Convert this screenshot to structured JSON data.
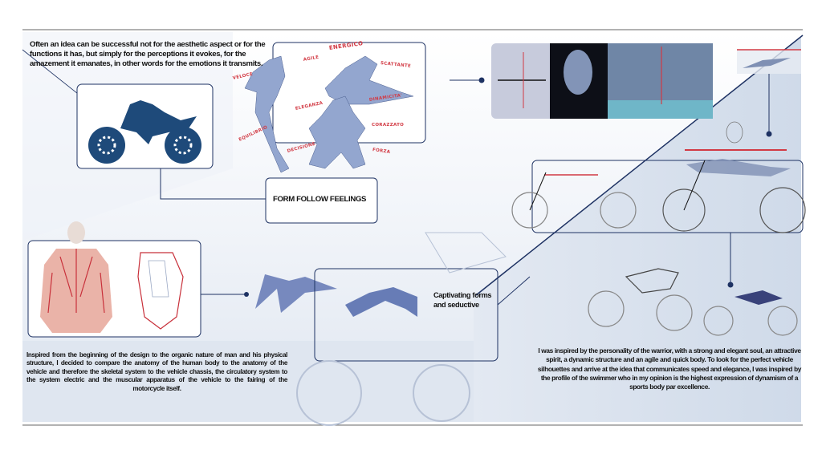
{
  "board": {
    "intro_text": "Often an idea can be successful not for the aesthetic aspect or for the functions it has, but simply for the perceptions it evokes, for the amazement it emanates, in other words for the emotions it transmits.",
    "headline": "FORM FOLLOW FEELINGS",
    "sketch_caption": "Captivating forms and seductive",
    "anatomy_text": "Inspired from the beginning of the design to the organic nature of man and his physical structure, I decided to compare the anatomy of the human body to the anatomy of the vehicle and therefore the skeletal system to the vehicle chassis, the circulatory system to the system electric and the muscular apparatus of the vehicle to the fairing of the motorcycle itself.",
    "warrior_text": "I was inspired by the personality of the warrior, with a strong and elegant soul, an attractive spirit, a dynamic structure and an agile and quick body. To look for the perfect vehicle silhouettes and arrive at the idea that communicates speed and elegance, I was inspired by the profile of the swimmer who in my opinion is the highest expression of dynamism of a sports body par excellence."
  },
  "pose_words": [
    "VELOCE",
    "AGILE",
    "ENERGICO",
    "SCATTANTE",
    "DINAMICITA'",
    "ELEGANZA",
    "EQUILIBRIO",
    "CORAZZATO",
    "DECISIONE",
    "FORZA"
  ],
  "colors": {
    "navy": "#1e3263",
    "accent_red": "#d23a44",
    "panel_blue": "#dde5f0",
    "figure_blue": "#93a6cf"
  }
}
